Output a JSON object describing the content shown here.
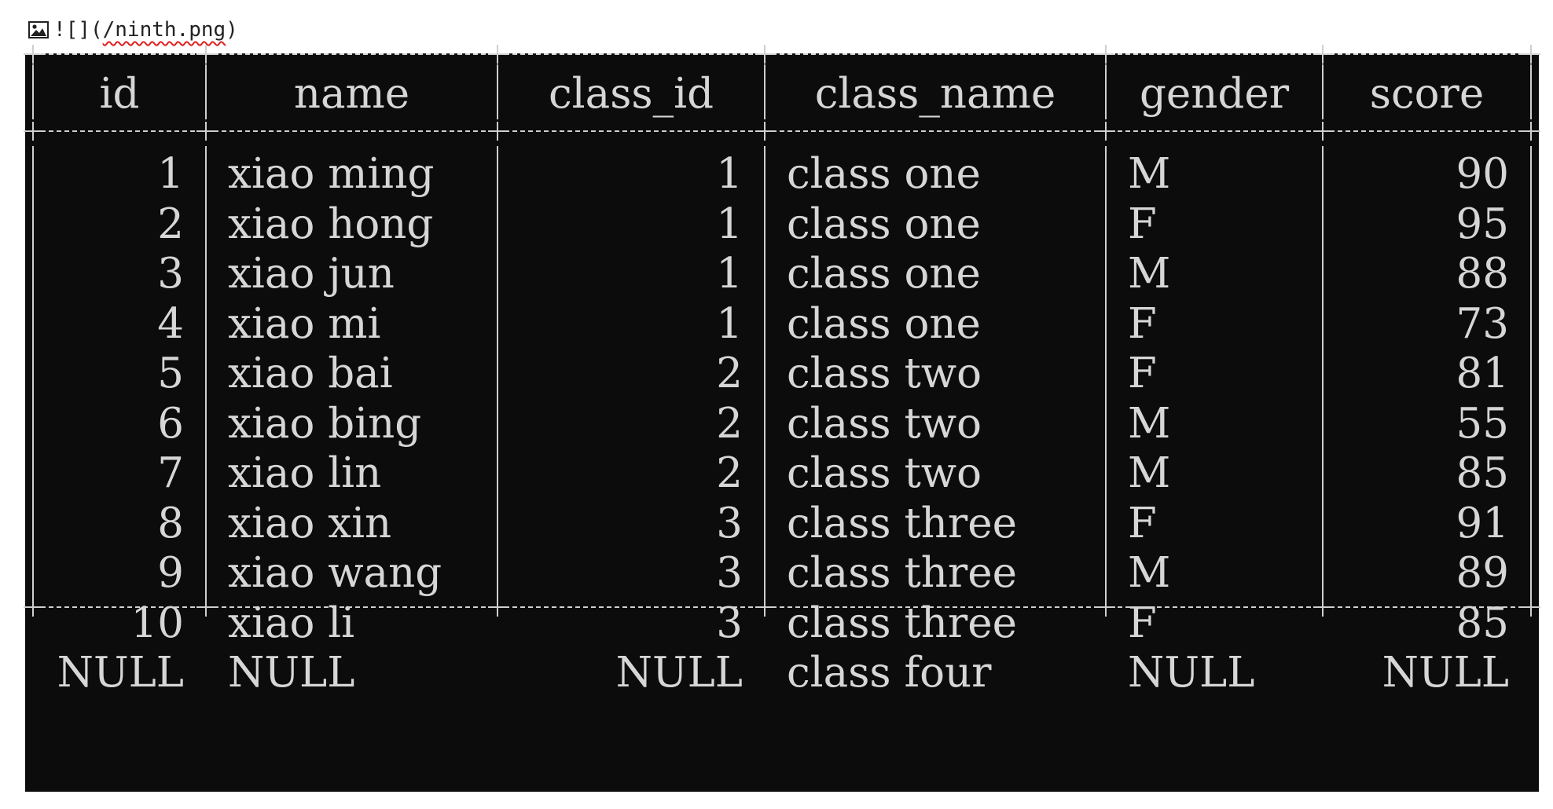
{
  "image_reference": {
    "prefix": "![](",
    "filename": "/ninth.png",
    "suffix": ")"
  },
  "table": {
    "columns": [
      {
        "key": "id",
        "label": "id",
        "align": "right"
      },
      {
        "key": "name",
        "label": "name",
        "align": "left"
      },
      {
        "key": "class_id",
        "label": "class_id",
        "align": "right"
      },
      {
        "key": "class_name",
        "label": "class_name",
        "align": "left"
      },
      {
        "key": "gender",
        "label": "gender",
        "align": "left"
      },
      {
        "key": "score",
        "label": "score",
        "align": "right"
      }
    ],
    "rows": [
      [
        "1",
        "xiao ming",
        "1",
        "class one",
        "M",
        "90"
      ],
      [
        "2",
        "xiao hong",
        "1",
        "class one",
        "F",
        "95"
      ],
      [
        "3",
        "xiao jun",
        "1",
        "class one",
        "M",
        "88"
      ],
      [
        "4",
        "xiao mi",
        "1",
        "class one",
        "F",
        "73"
      ],
      [
        "5",
        "xiao bai",
        "2",
        "class two",
        "F",
        "81"
      ],
      [
        "6",
        "xiao bing",
        "2",
        "class two",
        "M",
        "55"
      ],
      [
        "7",
        "xiao lin",
        "2",
        "class two",
        "M",
        "85"
      ],
      [
        "8",
        "xiao xin",
        "3",
        "class three",
        "F",
        "91"
      ],
      [
        "9",
        "xiao wang",
        "3",
        "class three",
        "M",
        "89"
      ],
      [
        "10",
        "xiao li",
        "3",
        "class three",
        "F",
        "85"
      ],
      [
        "NULL",
        "NULL",
        "NULL",
        "class four",
        "NULL",
        "NULL"
      ]
    ]
  },
  "colors": {
    "terminal_background": "#0c0c0c",
    "text": "#d6d6d6",
    "border": "#cfcfcf"
  }
}
